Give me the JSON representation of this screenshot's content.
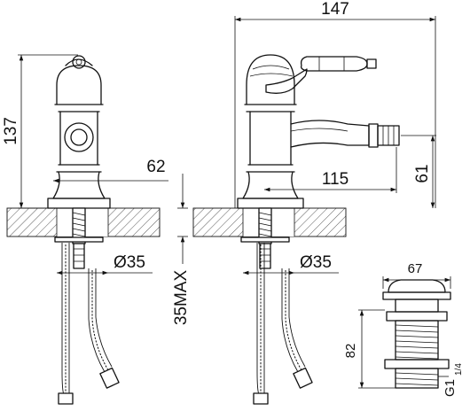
{
  "dimensions": {
    "overall_width": "147",
    "overall_height": "137",
    "base_width": "62",
    "spout_reach": "115",
    "spout_height": "61",
    "hole_diameter_front": "Ø35",
    "hole_diameter_side": "Ø35",
    "max_deck_thickness": "35MAX",
    "waste_width": "67",
    "waste_height": "82",
    "waste_thread": "G1",
    "waste_thread_fraction": "1/4"
  }
}
